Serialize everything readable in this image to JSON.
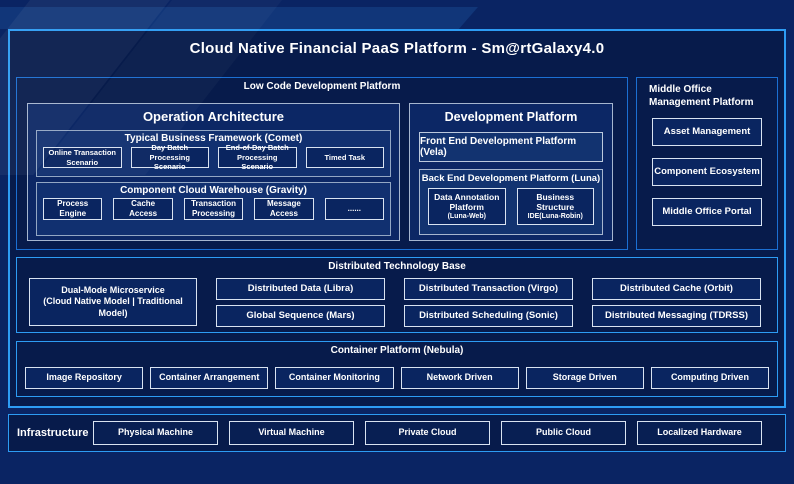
{
  "title": "Cloud Native Financial PaaS Platform - Sm@rtGalaxy4.0",
  "low_code": {
    "label": "Low Code Development Platform",
    "operation": {
      "title": "Operation Architecture",
      "typical": {
        "label": "Typical Business Framework (Comet)",
        "items": [
          "Online Transaction Scenario",
          "Day Batch Processing Scenario",
          "End-of-Day Batch Processing Scenario",
          "Timed Task"
        ]
      },
      "gravity": {
        "label": "Component Cloud Warehouse (Gravity)",
        "items": [
          "Process Engine",
          "Cache Access",
          "Transaction Processing",
          "Message Access",
          "......"
        ]
      }
    },
    "development": {
      "title": "Development Platform",
      "front_end_label": "Front End Development Platform (Vela)",
      "back_end": {
        "label": "Back End Development Platform (Luna)",
        "items": [
          {
            "title": "Data Annotation Platform",
            "sub": "(Luna-Web)"
          },
          {
            "title": "Business Structure",
            "sub": "IDE(Luna-Robin)"
          }
        ]
      }
    }
  },
  "middle_office": {
    "label": "Middle Office Management Platform",
    "items": [
      "Asset Management",
      "Component Ecosystem",
      "Middle Office Portal"
    ]
  },
  "distributed": {
    "label": "Distributed Technology Base",
    "dual_mode": {
      "line1": "Dual-Mode Microservice",
      "line2": "(Cloud Native Model | Traditional Model)"
    },
    "columns": [
      [
        "Distributed Data (Libra)",
        "Global Sequence (Mars)"
      ],
      [
        "Distributed Transaction (Virgo)",
        "Distributed Scheduling (Sonic)"
      ],
      [
        "Distributed Cache (Orbit)",
        "Distributed Messaging (TDRSS)"
      ]
    ]
  },
  "container_platform": {
    "label": "Container Platform (Nebula)",
    "items": [
      "Image Repository",
      "Container Arrangement",
      "Container Monitoring",
      "Network Driven",
      "Storage Driven",
      "Computing Driven"
    ]
  },
  "infrastructure": {
    "label": "Infrastructure",
    "items": [
      "Physical Machine",
      "Virtual Machine",
      "Private Cloud",
      "Public Cloud",
      "Localized Hardware"
    ]
  },
  "colors": {
    "page_background": "#0A2463",
    "panel_fill": "#071B4B",
    "border_bright_blue": "#2D9CF4",
    "border_mid_blue": "#1B6FD3",
    "border_light": "#D9E3F1",
    "border_gray": "#93A7C4",
    "text": "#FFFFFF"
  }
}
